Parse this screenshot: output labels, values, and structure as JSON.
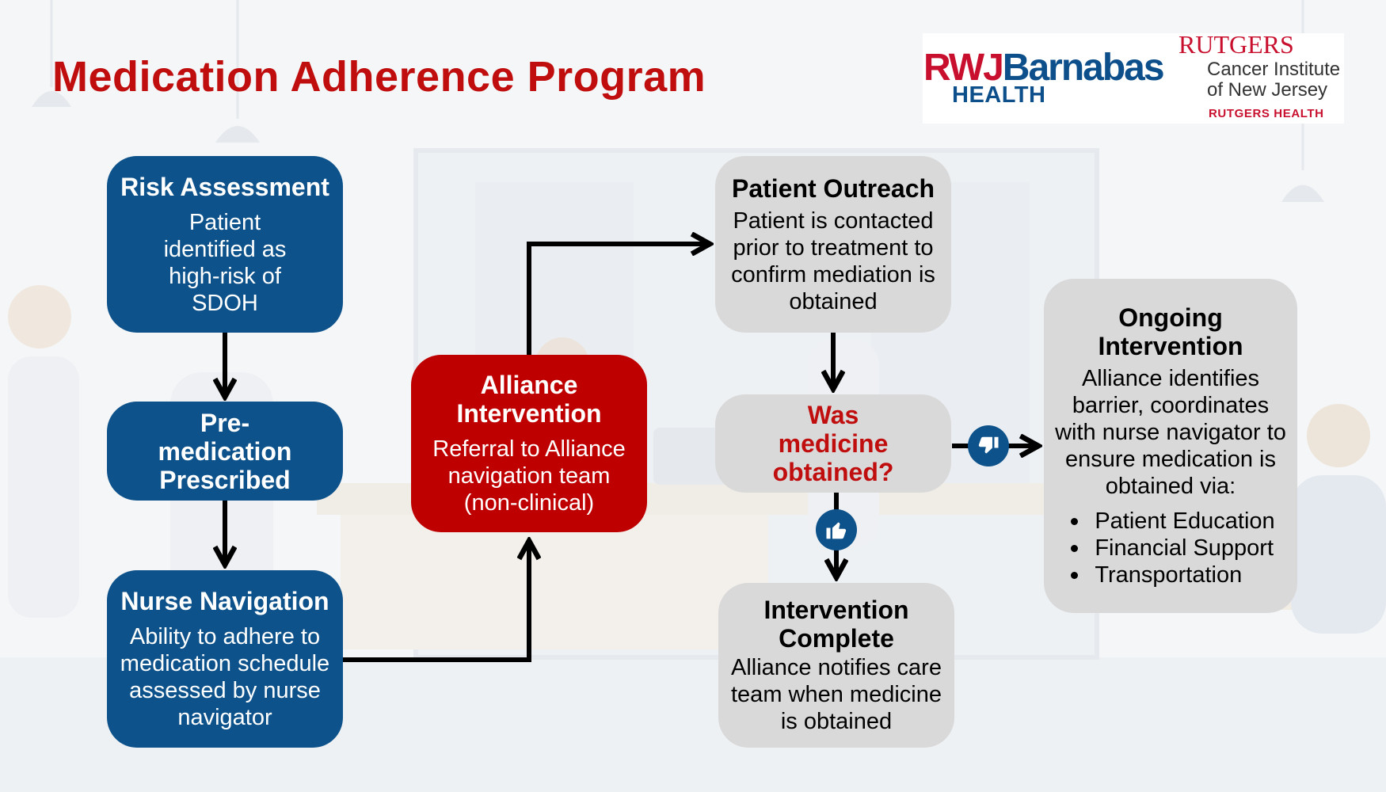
{
  "title": "Medication Adherence Program",
  "logos": {
    "rwj_part1": "RWJ",
    "rwj_part2": "Barnabas",
    "rwj_sub": "HEALTH",
    "rutgers_name": "RUTGERS",
    "rutgers_line1": "Cancer Institute",
    "rutgers_line2": "of New Jersey",
    "rutgers_health": "RUTGERS HEALTH"
  },
  "boxes": {
    "risk": {
      "heading": "Risk Assessment",
      "body": "Patient identified as high-risk of SDOH"
    },
    "premed": {
      "heading": "Pre-medication Prescribed"
    },
    "nurse": {
      "heading": "Nurse Navigation",
      "body": "Ability to adhere to medication schedule assessed by nurse navigator"
    },
    "alliance": {
      "heading": "Alliance Intervention",
      "body": "Referral to Alliance navigation team (non-clinical)"
    },
    "outreach": {
      "heading": "Patient Outreach",
      "body": "Patient is contacted prior to treatment to confirm mediation is obtained"
    },
    "question": {
      "heading": "Was medicine obtained?"
    },
    "complete": {
      "heading": "Intervention Complete",
      "body": "Alliance notifies care team when medicine is obtained"
    },
    "ongoing": {
      "heading": "Ongoing Intervention",
      "body": "Alliance identifies barrier, coordinates with nurse navigator to ensure medication is obtained via:",
      "bullets": [
        "Patient Education",
        "Financial Support",
        "Transportation"
      ]
    }
  },
  "colors": {
    "title_red": "#c00d0d",
    "box_blue": "#0d528a",
    "box_gray": "#d9d9d9",
    "box_red": "#bf0000"
  },
  "icons": {
    "yes": "thumbs-up-icon",
    "no": "thumbs-down-icon"
  }
}
